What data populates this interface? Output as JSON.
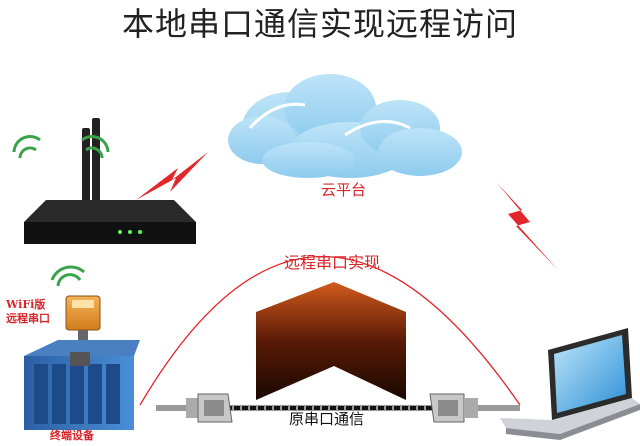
{
  "title": "本地串口通信实现远程访问",
  "nodes": {
    "cloud": "云平台",
    "remote_serial": "远程串口实现",
    "wifi_module": [
      "WiFi版",
      "远程串口"
    ],
    "terminal_device": "终端设备",
    "original_serial": "原串口通信"
  },
  "colors": {
    "label_red": "#d8262b",
    "arc_red": "#e3262b",
    "lightning": "#e3262b",
    "cloud_blue": "#9fd3f1",
    "plc_blue": "#2e6bb3"
  },
  "icons": [
    "router-icon",
    "wifi-icon",
    "cloud-icon",
    "lightning-icon",
    "plc-cabinet-icon",
    "serial-connector-icon",
    "laptop-icon",
    "arrow-icon"
  ]
}
